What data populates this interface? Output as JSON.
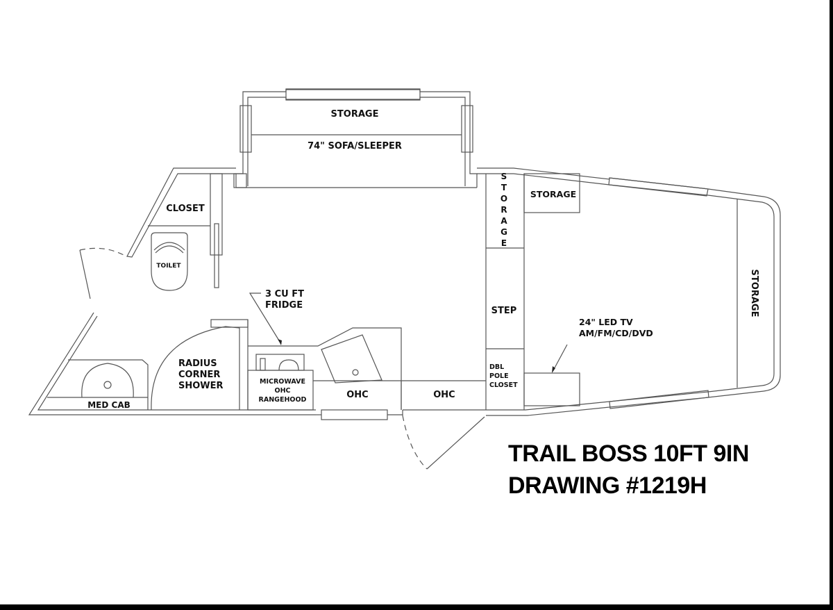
{
  "title": {
    "line1": "TRAIL BOSS 10FT 9IN",
    "line2": "DRAWING #1219H"
  },
  "rooms": {
    "slide_storage": "STORAGE",
    "sofa": "74\" SOFA/SLEEPER",
    "closet": "CLOSET",
    "toilet": "TOILET",
    "fridge_line1": "3 CU FT",
    "fridge_line2": "FRIDGE",
    "shower_line1": "RADIUS",
    "shower_line2": "CORNER",
    "shower_line3": "SHOWER",
    "med_cab": "MED CAB",
    "microwave_line1": "MICROWAVE",
    "microwave_line2": "OHC",
    "microwave_line3": "RANGEHOOD",
    "ohc_1": "OHC",
    "ohc_2": "OHC",
    "vertical_storage": [
      "S",
      "T",
      "O",
      "R",
      "A",
      "G",
      "E"
    ],
    "step": "STEP",
    "dbl_pole_line1": "DBL",
    "dbl_pole_line2": "POLE",
    "dbl_pole_line3": "CLOSET",
    "small_storage": "STORAGE",
    "tv_line1": "24\" LED TV",
    "tv_line2": "AM/FM/CD/DVD",
    "nose_storage": "STORAGE"
  },
  "colors": {
    "background": "#ffffff",
    "line": "#555555",
    "text": "#111111",
    "frame": "#000000"
  }
}
